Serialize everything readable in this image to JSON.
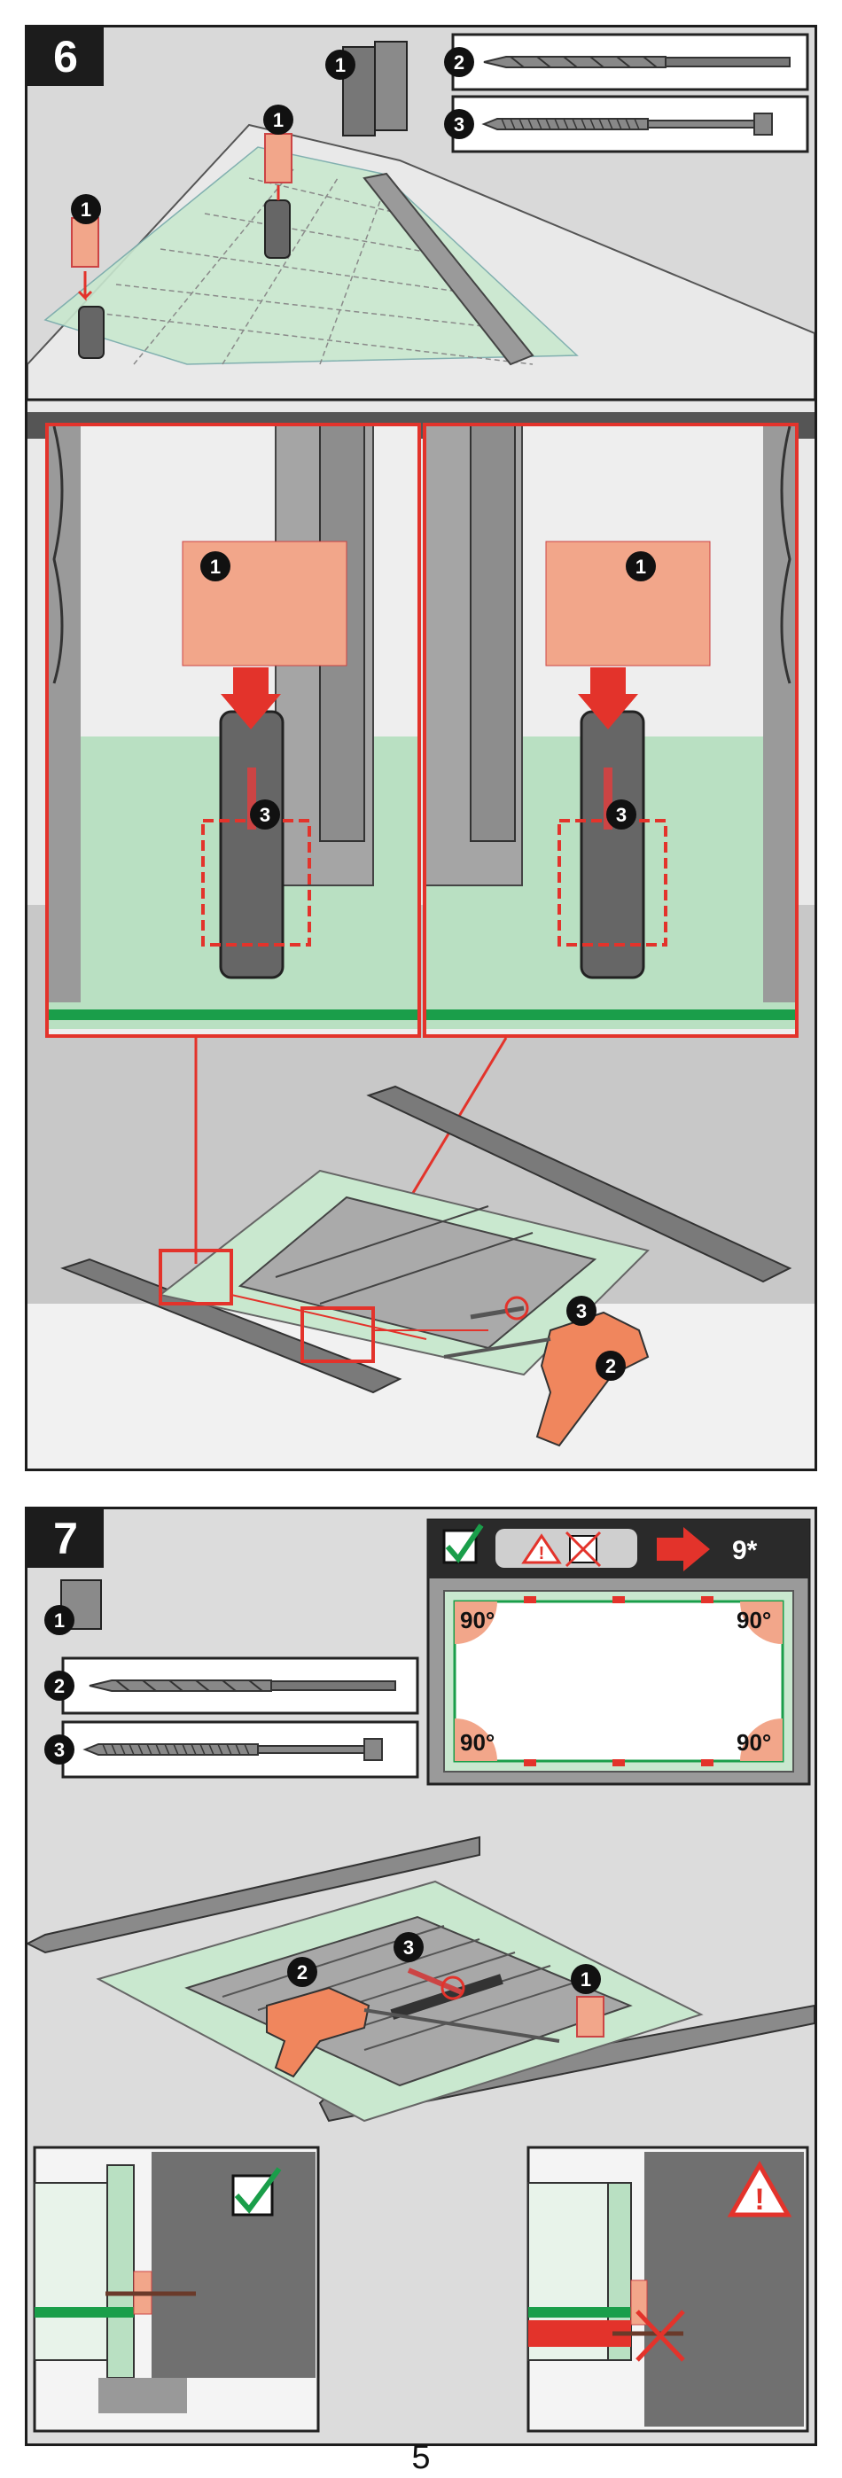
{
  "page": {
    "number": "5"
  },
  "step6": {
    "number": "6",
    "parts": [
      {
        "callout": "1",
        "name": "spacer-block"
      },
      {
        "callout": "2",
        "name": "drill-bit"
      },
      {
        "callout": "3",
        "name": "screw"
      }
    ],
    "callouts": {
      "one": "1",
      "two": "2",
      "three": "3"
    }
  },
  "step7": {
    "number": "7",
    "parts": [
      {
        "callout": "1",
        "name": "spacer-block"
      },
      {
        "callout": "2",
        "name": "drill-bit"
      },
      {
        "callout": "3",
        "name": "screw"
      }
    ],
    "callouts": {
      "one": "1",
      "two": "2",
      "three": "3"
    },
    "check_panel": {
      "goto": "9*",
      "angles": [
        "90°",
        "90°",
        "90°",
        "90°"
      ]
    }
  },
  "colors": {
    "accent_red": "#e3332b",
    "salmon": "#f2a68a",
    "mint": "#b9e0c2",
    "green": "#1a9e4a",
    "dark": "#1c1c1c"
  },
  "icons": [
    "check-icon",
    "warning-icon",
    "crossed-box-icon",
    "arrow-right-icon",
    "drill-icon",
    "screw-icon",
    "drill-bit-icon"
  ]
}
